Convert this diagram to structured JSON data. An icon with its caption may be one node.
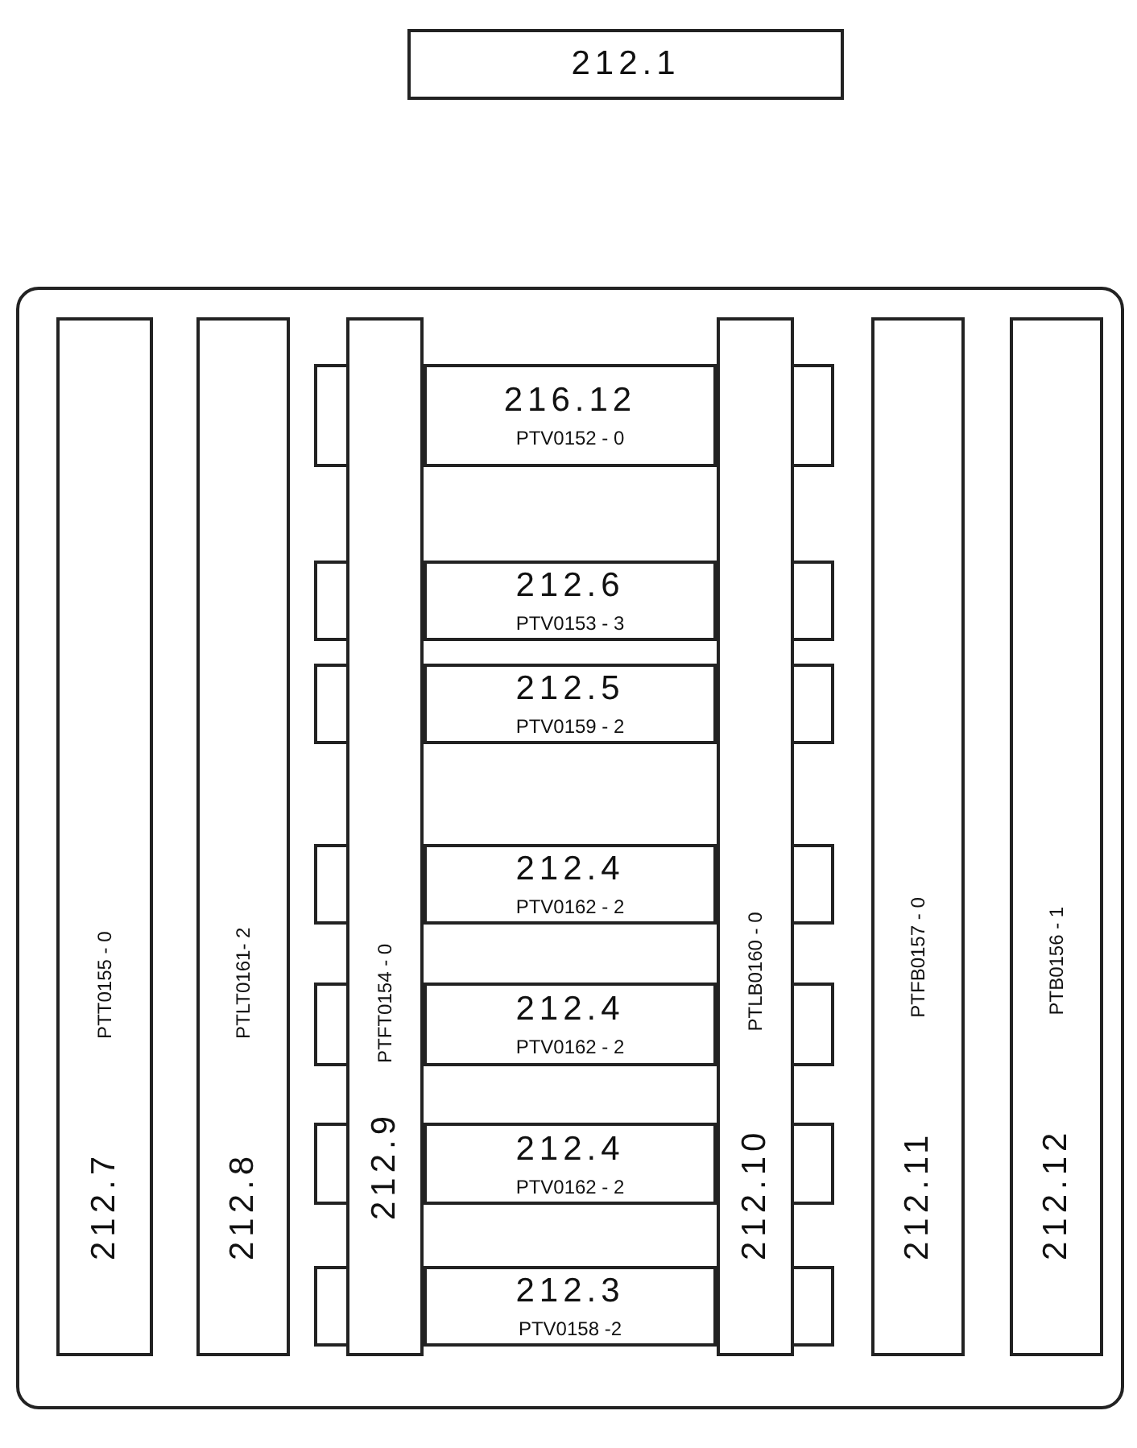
{
  "diagram": {
    "nodes": [
      {
        "text": [
          "212.1"
        ]
      },
      {
        "text": [],
        "shape": "box"
      },
      {
        "text": [
          "212.7",
          "PTT0155 - 0"
        ],
        "in": 1
      },
      {
        "text": [
          "212.8",
          "PTLT0161- 2"
        ],
        "in": 1
      },
      {
        "text": [
          "212.9",
          "PTFT0154 - 0"
        ],
        "in": 1
      },
      {
        "text": [
          "212.10",
          "PTLB0160 - 0"
        ],
        "in": 1
      },
      {
        "text": [
          "212.11",
          "PTFB0157 - 0"
        ],
        "in": 1
      },
      {
        "text": [
          "212.12",
          "PTB0156 - 1"
        ],
        "in": 1
      },
      {
        "text": [
          "216.12",
          "PTV0152 - 0"
        ],
        "in": 1
      },
      {
        "text": [
          "212.6",
          "PTV0153 - 3"
        ],
        "in": 1
      },
      {
        "text": [
          "212.5",
          "PTV0159 - 2"
        ],
        "in": 1
      },
      {
        "text": [
          "212.4",
          "PTV0162 - 2"
        ],
        "in": 1
      },
      {
        "text": [
          "212.4",
          "PTV0162 - 2"
        ],
        "in": 1
      },
      {
        "text": [
          "212.4",
          "PTV0162 - 2"
        ],
        "in": 1
      },
      {
        "text": [
          "212.3",
          "PTV0158 -2"
        ],
        "in": 1
      }
    ]
  }
}
